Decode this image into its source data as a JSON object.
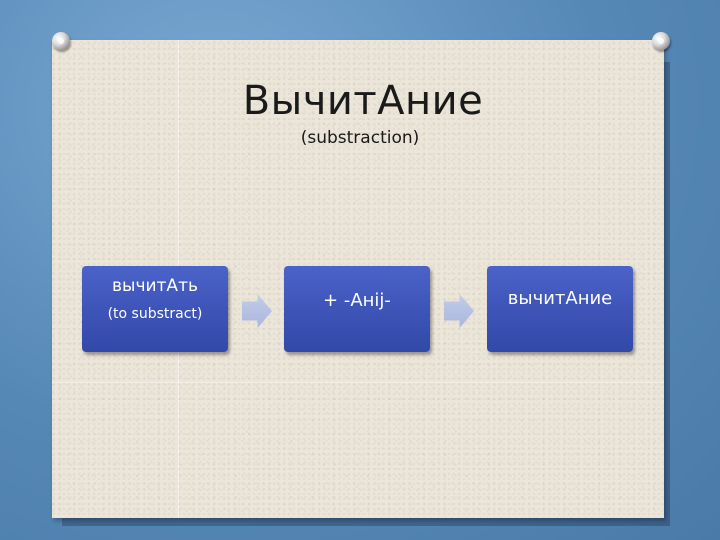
{
  "slide": {
    "title": "ВычитАние",
    "subtitle": "(substraction)"
  },
  "flow": {
    "steps": [
      {
        "main": "вычитАть",
        "sub": "(to substract)"
      },
      {
        "main": "+ -Анij-"
      },
      {
        "main": "вычитАние"
      }
    ]
  },
  "colors": {
    "background": "#5b8fbd",
    "board": "#ece6da",
    "node": "#3e54b8",
    "arrow": "#b5c1e3",
    "text": "#1a1a1a"
  }
}
